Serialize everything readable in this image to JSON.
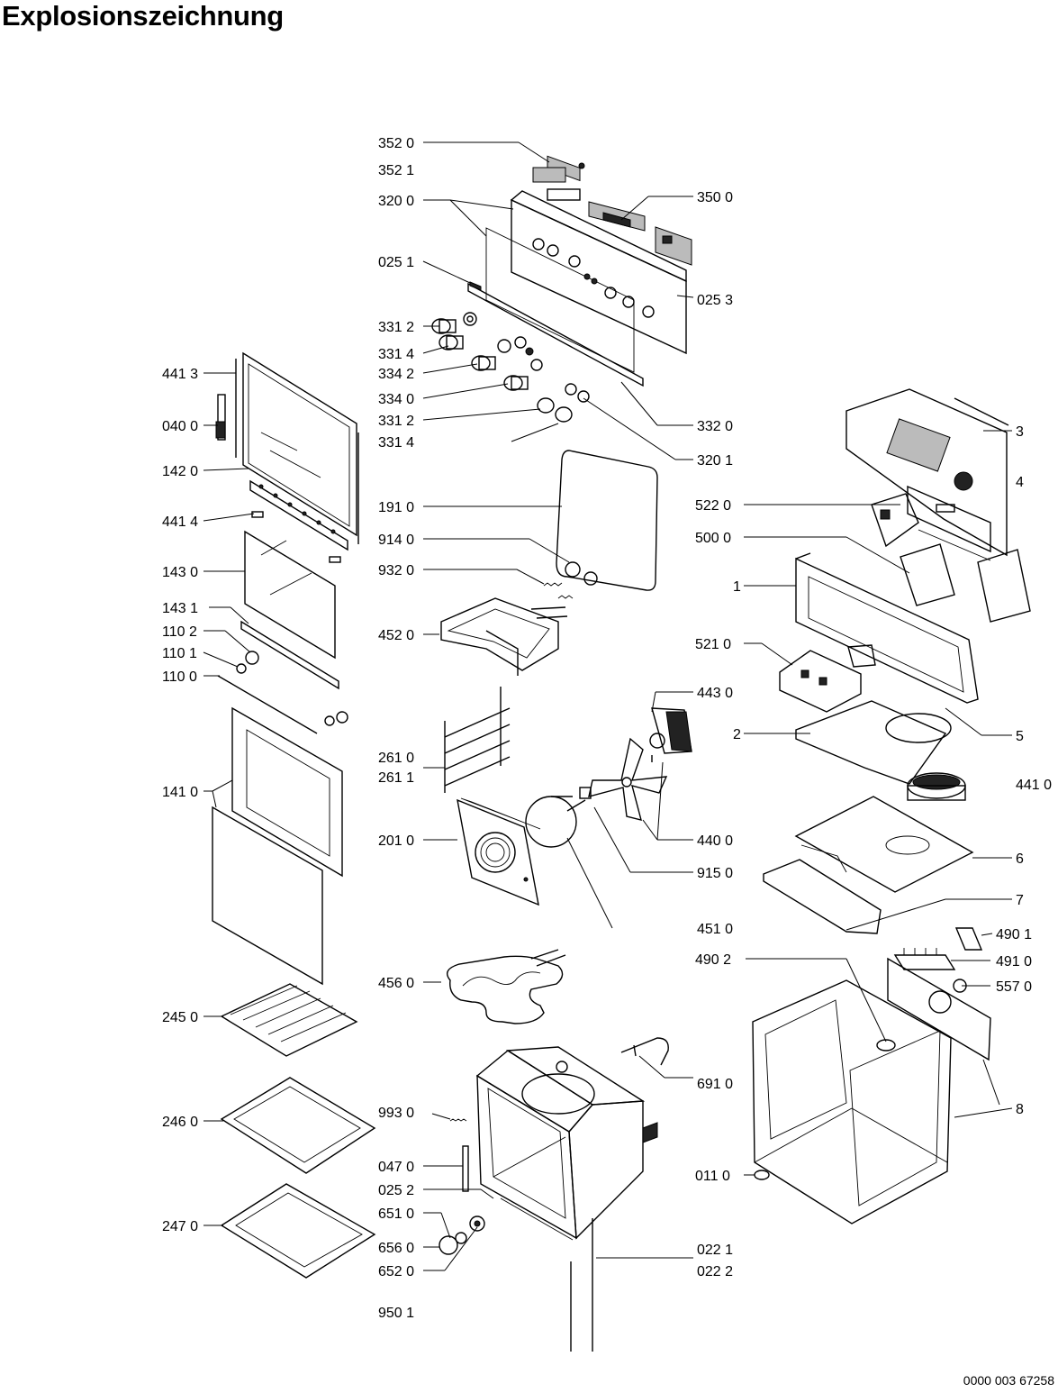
{
  "title": "Explosionszeichnung",
  "doc_number": "0000 003 67258",
  "labels": [
    {
      "id": "l3520",
      "text": "352 0"
    },
    {
      "id": "l3521",
      "text": "352 1"
    },
    {
      "id": "l3200",
      "text": "320 0"
    },
    {
      "id": "l3500",
      "text": "350 0"
    },
    {
      "id": "l0251",
      "text": "025 1"
    },
    {
      "id": "l0253",
      "text": "025 3"
    },
    {
      "id": "l3312a",
      "text": "331 2"
    },
    {
      "id": "l3314a",
      "text": "331 4"
    },
    {
      "id": "l3342",
      "text": "334 2"
    },
    {
      "id": "l3340",
      "text": "334 0"
    },
    {
      "id": "l3312b",
      "text": "331 2"
    },
    {
      "id": "l3314b",
      "text": "331 4"
    },
    {
      "id": "l3320",
      "text": "332 0"
    },
    {
      "id": "l3201",
      "text": "320 1"
    },
    {
      "id": "l4413",
      "text": "441 3"
    },
    {
      "id": "l0400",
      "text": "040 0"
    },
    {
      "id": "l1420",
      "text": "142 0"
    },
    {
      "id": "l4414",
      "text": "441 4"
    },
    {
      "id": "l1430",
      "text": "143 0"
    },
    {
      "id": "l1431",
      "text": "143 1"
    },
    {
      "id": "l1102",
      "text": "110 2"
    },
    {
      "id": "l1101",
      "text": "110 1"
    },
    {
      "id": "l1100",
      "text": "110 0"
    },
    {
      "id": "l1410",
      "text": "141 0"
    },
    {
      "id": "l2450",
      "text": "245 0"
    },
    {
      "id": "l2460",
      "text": "246 0"
    },
    {
      "id": "l2470",
      "text": "247 0"
    },
    {
      "id": "l1910",
      "text": "191 0"
    },
    {
      "id": "l9140",
      "text": "914 0"
    },
    {
      "id": "l9320",
      "text": "932 0"
    },
    {
      "id": "l4520",
      "text": "452 0"
    },
    {
      "id": "l2610",
      "text": "261 0"
    },
    {
      "id": "l2611",
      "text": "261 1"
    },
    {
      "id": "l2010",
      "text": "201 0"
    },
    {
      "id": "l4560",
      "text": "456 0"
    },
    {
      "id": "l9930",
      "text": "993 0"
    },
    {
      "id": "l0470",
      "text": "047 0"
    },
    {
      "id": "l0252",
      "text": "025 2"
    },
    {
      "id": "l6510",
      "text": "651 0"
    },
    {
      "id": "l6560",
      "text": "656 0"
    },
    {
      "id": "l6520",
      "text": "652 0"
    },
    {
      "id": "l9501",
      "text": "950 1"
    },
    {
      "id": "l3",
      "text": "3"
    },
    {
      "id": "l4",
      "text": "4"
    },
    {
      "id": "l5220",
      "text": "522 0"
    },
    {
      "id": "l5000",
      "text": "500 0"
    },
    {
      "id": "l1",
      "text": "1"
    },
    {
      "id": "l5210",
      "text": "521 0"
    },
    {
      "id": "l4430",
      "text": "443 0"
    },
    {
      "id": "l2",
      "text": "2"
    },
    {
      "id": "l5",
      "text": "5"
    },
    {
      "id": "l4410",
      "text": "441 0"
    },
    {
      "id": "l4400",
      "text": "440 0"
    },
    {
      "id": "l6",
      "text": "6"
    },
    {
      "id": "l9150",
      "text": "915 0"
    },
    {
      "id": "l7",
      "text": "7"
    },
    {
      "id": "l4510",
      "text": "451 0"
    },
    {
      "id": "l4901",
      "text": "490 1"
    },
    {
      "id": "l4902",
      "text": "490 2"
    },
    {
      "id": "l4910",
      "text": "491 0"
    },
    {
      "id": "l5570",
      "text": "557 0"
    },
    {
      "id": "l6910",
      "text": "691 0"
    },
    {
      "id": "l8",
      "text": "8"
    },
    {
      "id": "l0110",
      "text": "011 0"
    },
    {
      "id": "l0221",
      "text": "022 1"
    },
    {
      "id": "l0222",
      "text": "022 2"
    }
  ]
}
